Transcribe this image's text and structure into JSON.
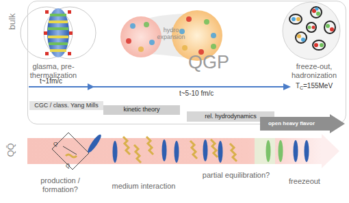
{
  "diagram": {
    "nodes": [
      {
        "text": [
          "bulk"
        ]
      },
      {
        "text": [
          "hydro expansion"
        ],
        "in": 0
      },
      {
        "text": [
          "CGC / class. Yang Mills"
        ],
        "in": 0
      },
      {
        "text": [
          "kinetic theory"
        ],
        "in": 0
      },
      {
        "text": [
          "rel. hydrodynamics"
        ],
        "in": 0
      },
      {
        "text": [
          "open heavy flavor"
        ]
      }
    ],
    "labels": [
      "glasma, pre-thermalization",
      "QGP",
      "freeze-out, hadronization",
      "t~1fm/c",
      "t~5-10 fm/c",
      "T",
      "C",
      "=155MeV",
      "QQ̄",
      "Q",
      "Q̂",
      "production / formation?",
      "medium interaction",
      "partial equilibration?",
      "freezeout"
    ]
  }
}
